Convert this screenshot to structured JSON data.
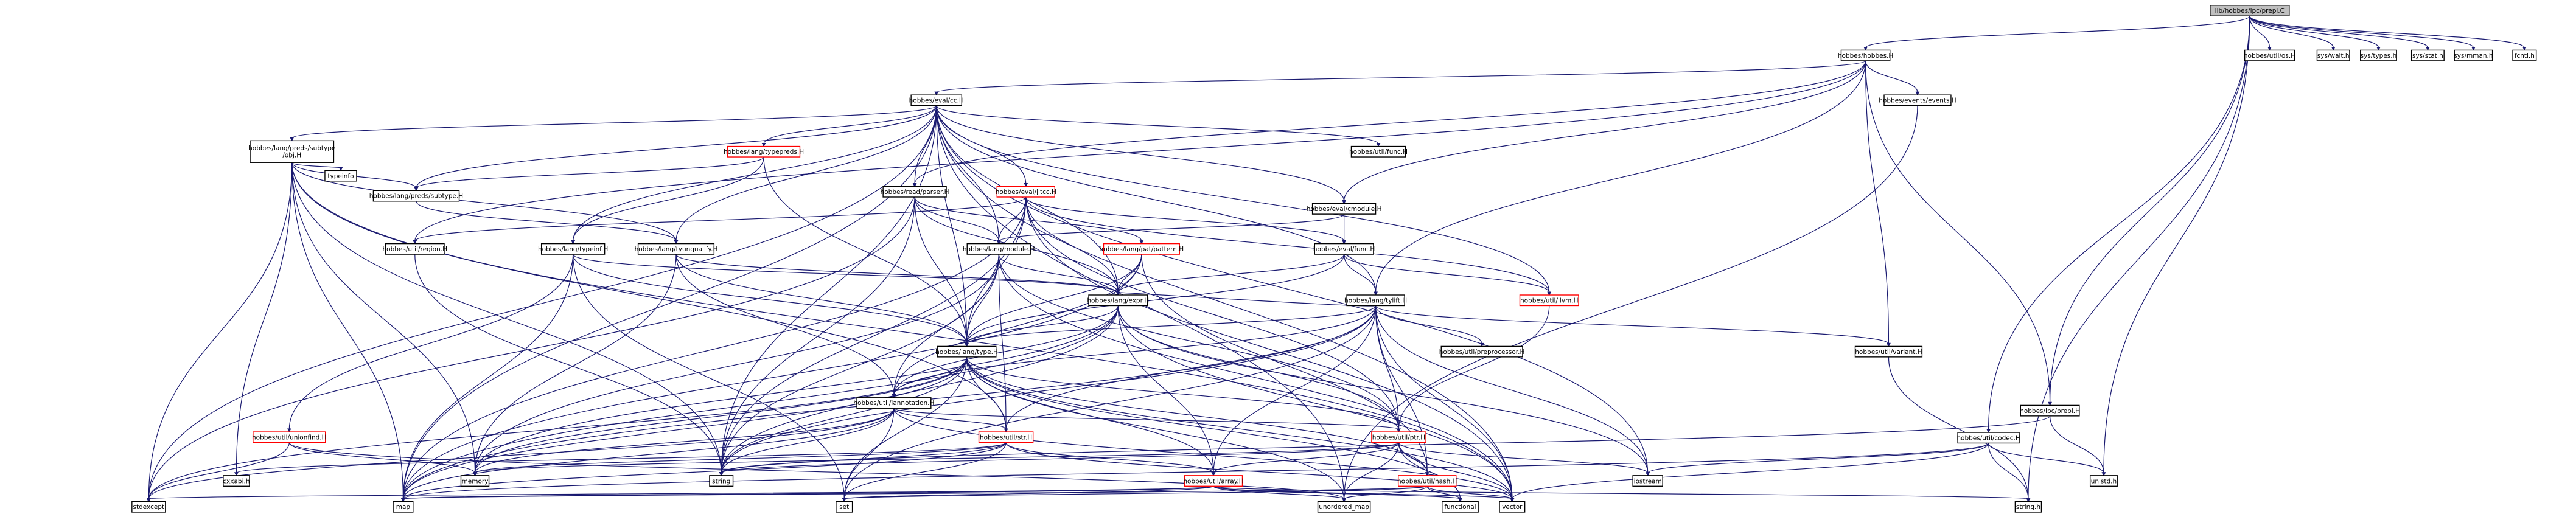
{
  "diagram": {
    "title": "",
    "colors": {
      "root_fill": "#bfbfbf",
      "node_fill": "#ffffff",
      "node_border_default": "#000000",
      "node_border_truncated": "#ff0000",
      "edge_color": "#191970",
      "label_color": "#000000"
    },
    "nodes": [
      {
        "id": "root",
        "lines": [
          "lib/hobbes/ipc/prepl.C"
        ],
        "kind": "root"
      },
      {
        "id": "hobbes_h",
        "lines": [
          "hobbes/hobbes.H"
        ]
      },
      {
        "id": "util_os",
        "lines": [
          "hobbes/util/os.H"
        ]
      },
      {
        "id": "sys_wait",
        "lines": [
          "sys/wait.h"
        ]
      },
      {
        "id": "sys_types",
        "lines": [
          "sys/types.h"
        ]
      },
      {
        "id": "sys_stat",
        "lines": [
          "sys/stat.h"
        ]
      },
      {
        "id": "sys_mman",
        "lines": [
          "sys/mman.h"
        ]
      },
      {
        "id": "fcntl",
        "lines": [
          "fcntl.h"
        ]
      },
      {
        "id": "eval_cc",
        "lines": [
          "hobbes/eval/cc.H"
        ]
      },
      {
        "id": "events",
        "lines": [
          "hobbes/events/events.H"
        ]
      },
      {
        "id": "typepreds",
        "lines": [
          "hobbes/lang/typepreds.H"
        ],
        "truncated": true
      },
      {
        "id": "util_func",
        "lines": [
          "hobbes/util/func.H"
        ]
      },
      {
        "id": "subtype_obj",
        "lines": [
          "hobbes/lang/preds/subtype",
          "/obj.H"
        ]
      },
      {
        "id": "typeinfo",
        "lines": [
          "typeinfo"
        ]
      },
      {
        "id": "subtype_h",
        "lines": [
          "hobbes/lang/preds/subtype.H"
        ]
      },
      {
        "id": "read_parser",
        "lines": [
          "hobbes/read/parser.H"
        ]
      },
      {
        "id": "jitcc",
        "lines": [
          "hobbes/eval/jitcc.H"
        ],
        "truncated": true
      },
      {
        "id": "cmodule",
        "lines": [
          "hobbes/eval/cmodule.H"
        ]
      },
      {
        "id": "util_region",
        "lines": [
          "hobbes/util/region.H"
        ]
      },
      {
        "id": "typeinf",
        "lines": [
          "hobbes/lang/typeinf.H"
        ]
      },
      {
        "id": "tyunqualify",
        "lines": [
          "hobbes/lang/tyunqualify.H"
        ]
      },
      {
        "id": "lang_module",
        "lines": [
          "hobbes/lang/module.H"
        ]
      },
      {
        "id": "pat_pattern",
        "lines": [
          "hobbes/lang/pat/pattern.H"
        ],
        "truncated": true
      },
      {
        "id": "eval_func",
        "lines": [
          "hobbes/eval/func.H"
        ]
      },
      {
        "id": "lang_expr",
        "lines": [
          "hobbes/lang/expr.H"
        ]
      },
      {
        "id": "tylift",
        "lines": [
          "hobbes/lang/tylift.H"
        ]
      },
      {
        "id": "util_llvm",
        "lines": [
          "hobbes/util/llvm.H"
        ],
        "truncated": true
      },
      {
        "id": "lang_type",
        "lines": [
          "hobbes/lang/type.H"
        ]
      },
      {
        "id": "preprocessor",
        "lines": [
          "hobbes/util/preprocessor.H"
        ]
      },
      {
        "id": "util_variant",
        "lines": [
          "hobbes/util/variant.H"
        ]
      },
      {
        "id": "ipc_prepl",
        "lines": [
          "hobbes/ipc/prepl.H"
        ]
      },
      {
        "id": "util_lannotation",
        "lines": [
          "hobbes/util/lannotation.H"
        ]
      },
      {
        "id": "unionfind",
        "lines": [
          "hobbes/util/unionfind.H"
        ],
        "truncated": true
      },
      {
        "id": "util_str",
        "lines": [
          "hobbes/util/str.H"
        ],
        "truncated": true
      },
      {
        "id": "util_ptr",
        "lines": [
          "hobbes/util/ptr.H"
        ],
        "truncated": true
      },
      {
        "id": "util_codec",
        "lines": [
          "hobbes/util/codec.H"
        ]
      },
      {
        "id": "cxxabi",
        "lines": [
          "cxxabi.h"
        ]
      },
      {
        "id": "memory",
        "lines": [
          "memory"
        ]
      },
      {
        "id": "string",
        "lines": [
          "string"
        ]
      },
      {
        "id": "util_array",
        "lines": [
          "hobbes/util/array.H"
        ],
        "truncated": true
      },
      {
        "id": "util_hash",
        "lines": [
          "hobbes/util/hash.H"
        ],
        "truncated": true
      },
      {
        "id": "iostream",
        "lines": [
          "iostream"
        ]
      },
      {
        "id": "unistd",
        "lines": [
          "unistd.h"
        ]
      },
      {
        "id": "stdexcept",
        "lines": [
          "stdexcept"
        ]
      },
      {
        "id": "map",
        "lines": [
          "map"
        ]
      },
      {
        "id": "set",
        "lines": [
          "set"
        ]
      },
      {
        "id": "unordered_map",
        "lines": [
          "unordered_map"
        ]
      },
      {
        "id": "functional",
        "lines": [
          "functional"
        ]
      },
      {
        "id": "vector",
        "lines": [
          "vector"
        ]
      },
      {
        "id": "string_h",
        "lines": [
          "string.h"
        ]
      }
    ],
    "edges": [
      [
        "root",
        "hobbes_h"
      ],
      [
        "root",
        "util_os"
      ],
      [
        "root",
        "sys_wait"
      ],
      [
        "root",
        "sys_types"
      ],
      [
        "root",
        "sys_stat"
      ],
      [
        "root",
        "sys_mman"
      ],
      [
        "root",
        "fcntl"
      ],
      [
        "root",
        "ipc_prepl"
      ],
      [
        "root",
        "util_codec"
      ],
      [
        "root",
        "unistd"
      ],
      [
        "root",
        "string_h"
      ],
      [
        "hobbes_h",
        "eval_cc"
      ],
      [
        "hobbes_h",
        "events"
      ],
      [
        "hobbes_h",
        "read_parser"
      ],
      [
        "hobbes_h",
        "cmodule"
      ],
      [
        "hobbes_h",
        "util_region"
      ],
      [
        "hobbes_h",
        "tylift"
      ],
      [
        "hobbes_h",
        "util_variant"
      ],
      [
        "hobbes_h",
        "ipc_prepl"
      ],
      [
        "eval_cc",
        "typepreds"
      ],
      [
        "eval_cc",
        "util_func"
      ],
      [
        "eval_cc",
        "subtype_obj"
      ],
      [
        "eval_cc",
        "subtype_h"
      ],
      [
        "eval_cc",
        "read_parser"
      ],
      [
        "eval_cc",
        "jitcc"
      ],
      [
        "eval_cc",
        "cmodule"
      ],
      [
        "eval_cc",
        "typeinf"
      ],
      [
        "eval_cc",
        "tyunqualify"
      ],
      [
        "eval_cc",
        "lang_expr"
      ],
      [
        "eval_cc",
        "lang_type"
      ],
      [
        "eval_cc",
        "util_llvm"
      ],
      [
        "eval_cc",
        "stdexcept"
      ],
      [
        "eval_cc",
        "map"
      ],
      [
        "eval_cc",
        "string"
      ],
      [
        "eval_cc",
        "iostream"
      ],
      [
        "eval_cc",
        "vector"
      ],
      [
        "eval_cc",
        "tylift"
      ],
      [
        "eval_cc",
        "unordered_map"
      ],
      [
        "eval_cc",
        "lang_module"
      ],
      [
        "events",
        "unordered_map"
      ],
      [
        "typepreds",
        "subtype_h"
      ],
      [
        "typepreds",
        "typeinf"
      ],
      [
        "typepreds",
        "lang_type"
      ],
      [
        "subtype_obj",
        "typeinfo"
      ],
      [
        "subtype_obj",
        "subtype_h"
      ],
      [
        "subtype_obj",
        "tyunqualify"
      ],
      [
        "subtype_obj",
        "util_str"
      ],
      [
        "subtype_obj",
        "memory"
      ],
      [
        "subtype_obj",
        "string"
      ],
      [
        "subtype_obj",
        "stdexcept"
      ],
      [
        "subtype_obj",
        "map"
      ],
      [
        "subtype_obj",
        "cxxabi"
      ],
      [
        "subtype_obj",
        "vector"
      ],
      [
        "subtype_h",
        "tyunqualify"
      ],
      [
        "read_parser",
        "lang_module"
      ],
      [
        "read_parser",
        "lang_expr"
      ],
      [
        "read_parser",
        "lang_type"
      ],
      [
        "read_parser",
        "pat_pattern"
      ],
      [
        "read_parser",
        "string"
      ],
      [
        "read_parser",
        "stdexcept"
      ],
      [
        "jitcc",
        "lang_module"
      ],
      [
        "jitcc",
        "lang_expr"
      ],
      [
        "jitcc",
        "lang_type"
      ],
      [
        "jitcc",
        "util_region"
      ],
      [
        "jitcc",
        "eval_func"
      ],
      [
        "jitcc",
        "util_llvm"
      ],
      [
        "jitcc",
        "map"
      ],
      [
        "jitcc",
        "vector"
      ],
      [
        "jitcc",
        "string"
      ],
      [
        "jitcc",
        "util_ptr"
      ],
      [
        "cmodule",
        "lang_module"
      ],
      [
        "cmodule",
        "eval_func"
      ],
      [
        "util_region",
        "string"
      ],
      [
        "typeinf",
        "lang_expr"
      ],
      [
        "typeinf",
        "lang_type"
      ],
      [
        "typeinf",
        "unionfind"
      ],
      [
        "typeinf",
        "set"
      ],
      [
        "typeinf",
        "map"
      ],
      [
        "tyunqualify",
        "lang_type"
      ],
      [
        "tyunqualify",
        "lang_expr"
      ],
      [
        "tyunqualify",
        "util_lannotation"
      ],
      [
        "tyunqualify",
        "memory"
      ],
      [
        "lang_module",
        "lang_expr"
      ],
      [
        "lang_module",
        "lang_type"
      ],
      [
        "lang_module",
        "util_lannotation"
      ],
      [
        "lang_module",
        "util_str"
      ],
      [
        "lang_module",
        "string"
      ],
      [
        "lang_module",
        "vector"
      ],
      [
        "lang_module",
        "memory"
      ],
      [
        "lang_module",
        "util_ptr"
      ],
      [
        "pat_pattern",
        "lang_expr"
      ],
      [
        "pat_pattern",
        "lang_type"
      ],
      [
        "pat_pattern",
        "util_lannotation"
      ],
      [
        "pat_pattern",
        "util_hash"
      ],
      [
        "pat_pattern",
        "map"
      ],
      [
        "eval_func",
        "lang_expr"
      ],
      [
        "eval_func",
        "lang_type"
      ],
      [
        "eval_func",
        "util_llvm"
      ],
      [
        "eval_func",
        "tylift"
      ],
      [
        "lang_expr",
        "lang_type"
      ],
      [
        "lang_expr",
        "util_lannotation"
      ],
      [
        "lang_expr",
        "util_ptr"
      ],
      [
        "lang_expr",
        "util_array"
      ],
      [
        "lang_expr",
        "map"
      ],
      [
        "lang_expr",
        "string"
      ],
      [
        "lang_expr",
        "vector"
      ],
      [
        "lang_expr",
        "iostream"
      ],
      [
        "lang_expr",
        "memory"
      ],
      [
        "tylift",
        "lang_type"
      ],
      [
        "tylift",
        "lang_expr"
      ],
      [
        "tylift",
        "util_lannotation"
      ],
      [
        "tylift",
        "preprocessor"
      ],
      [
        "tylift",
        "util_variant"
      ],
      [
        "tylift",
        "util_str"
      ],
      [
        "tylift",
        "util_ptr"
      ],
      [
        "tylift",
        "util_array"
      ],
      [
        "tylift",
        "util_hash"
      ],
      [
        "tylift",
        "set"
      ],
      [
        "tylift",
        "map"
      ],
      [
        "tylift",
        "vector"
      ],
      [
        "tylift",
        "string"
      ],
      [
        "tylift",
        "iostream"
      ],
      [
        "util_llvm",
        "util_ptr"
      ],
      [
        "lang_type",
        "util_lannotation"
      ],
      [
        "lang_type",
        "util_str"
      ],
      [
        "lang_type",
        "util_ptr"
      ],
      [
        "lang_type",
        "util_array"
      ],
      [
        "lang_type",
        "util_hash"
      ],
      [
        "lang_type",
        "memory"
      ],
      [
        "lang_type",
        "string"
      ],
      [
        "lang_type",
        "stdexcept"
      ],
      [
        "lang_type",
        "map"
      ],
      [
        "lang_type",
        "set"
      ],
      [
        "lang_type",
        "vector"
      ],
      [
        "lang_type",
        "functional"
      ],
      [
        "lang_type",
        "unordered_map"
      ],
      [
        "util_variant",
        "string_h"
      ],
      [
        "ipc_prepl",
        "string"
      ],
      [
        "ipc_prepl",
        "unistd"
      ],
      [
        "util_lannotation",
        "util_str"
      ],
      [
        "util_lannotation",
        "util_ptr"
      ],
      [
        "util_lannotation",
        "string"
      ],
      [
        "util_lannotation",
        "map"
      ],
      [
        "util_lannotation",
        "set"
      ],
      [
        "util_lannotation",
        "stdexcept"
      ],
      [
        "util_lannotation",
        "memory"
      ],
      [
        "util_lannotation",
        "vector"
      ],
      [
        "unionfind",
        "memory"
      ],
      [
        "unionfind",
        "stdexcept"
      ],
      [
        "unionfind",
        "unordered_map"
      ],
      [
        "util_str",
        "cxxabi"
      ],
      [
        "util_str",
        "memory"
      ],
      [
        "util_str",
        "string"
      ],
      [
        "util_str",
        "map"
      ],
      [
        "util_str",
        "set"
      ],
      [
        "util_str",
        "util_array"
      ],
      [
        "util_str",
        "vector"
      ],
      [
        "util_ptr",
        "util_hash"
      ],
      [
        "util_ptr",
        "util_array"
      ],
      [
        "util_ptr",
        "string"
      ],
      [
        "util_ptr",
        "memory"
      ],
      [
        "util_ptr",
        "iostream"
      ],
      [
        "util_ptr",
        "unordered_map"
      ],
      [
        "util_ptr",
        "functional"
      ],
      [
        "util_ptr",
        "vector"
      ],
      [
        "util_array",
        "stdexcept"
      ],
      [
        "util_array",
        "map"
      ],
      [
        "util_array",
        "set"
      ],
      [
        "util_array",
        "vector"
      ],
      [
        "util_array",
        "unordered_map"
      ],
      [
        "util_array",
        "functional"
      ],
      [
        "util_array",
        "string_h"
      ],
      [
        "util_hash",
        "map"
      ],
      [
        "util_hash",
        "set"
      ],
      [
        "util_hash",
        "unordered_map"
      ],
      [
        "util_hash",
        "functional"
      ],
      [
        "util_hash",
        "vector"
      ],
      [
        "util_codec",
        "iostream"
      ],
      [
        "util_codec",
        "vector"
      ],
      [
        "util_codec",
        "map"
      ],
      [
        "util_codec",
        "string_h"
      ],
      [
        "util_codec",
        "unistd"
      ]
    ]
  }
}
